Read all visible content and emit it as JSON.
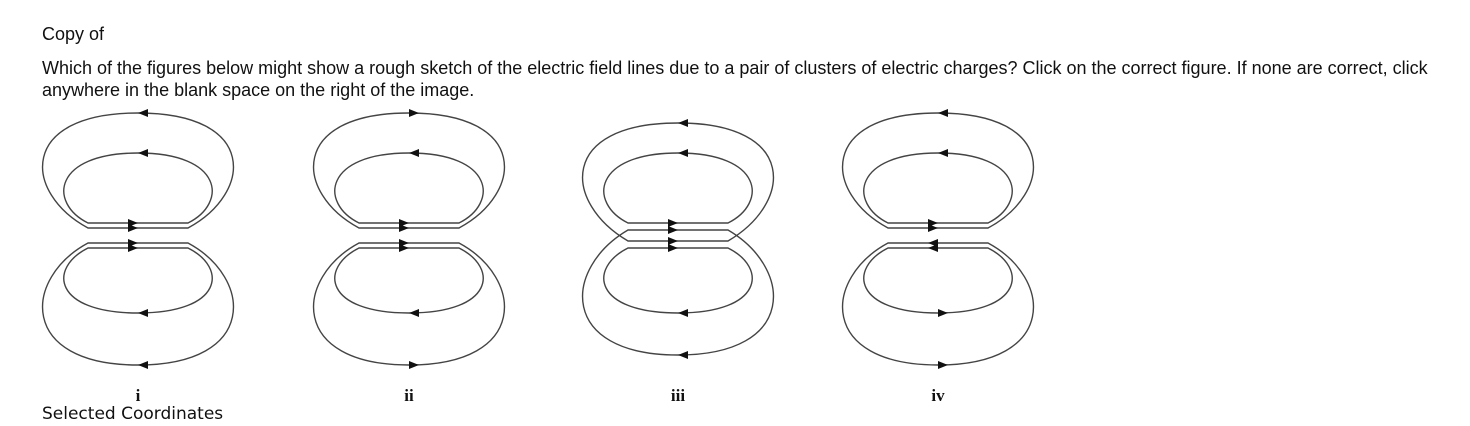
{
  "question": {
    "heading": "Copy of",
    "prompt": "Which of the figures below might show a rough sketch of the electric field lines due to a pair of clusters of electric charges? Click on the correct figure. If none are correct, click anywhere in the blank space on the right of the image."
  },
  "figures": [
    {
      "label": "i"
    },
    {
      "label": "ii"
    },
    {
      "label": "iii"
    },
    {
      "label": "iv"
    }
  ],
  "footer": {
    "selected_coordinates_label": "Selected Coordinates"
  }
}
